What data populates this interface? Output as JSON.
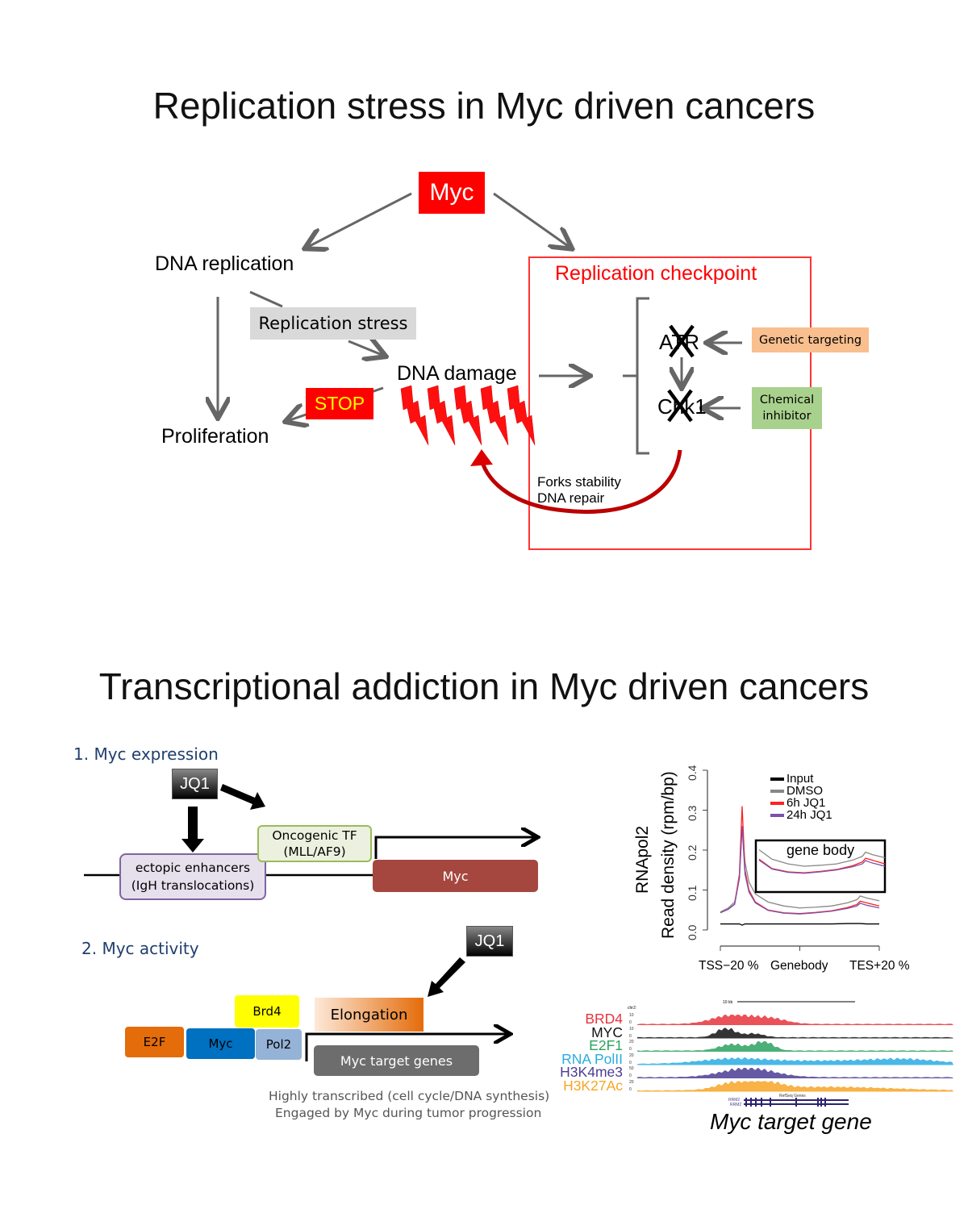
{
  "top": {
    "title": "Replication stress in Myc driven cancers",
    "myc": "Myc",
    "dna_replication": "DNA replication",
    "replication_stress": "Replication stress",
    "dna_damage": "DNA damage",
    "stop": "STOP",
    "proliferation": "Proliferation",
    "checkpoint_title": "Replication checkpoint",
    "atr": "ATR",
    "chk1": "Chk1",
    "genetic_targeting": "Genetic targeting",
    "chemical_inhibitor_1": "Chemical",
    "chemical_inhibitor_2": "inhibitor",
    "forks_stability": "Forks stability",
    "dna_repair": "DNA repair",
    "colors": {
      "red": "#ff0000",
      "orange_box": "#f9bf8f",
      "green_box": "#a9d18e",
      "gray_box": "#d9d9d9"
    }
  },
  "bottom": {
    "title": "Transcriptional addiction in Myc driven cancers",
    "section1": "1. Myc expression",
    "section2": "2. Myc activity",
    "jq1": "JQ1",
    "oncogenic_tf_1": "Oncogenic TF",
    "oncogenic_tf_2": "(MLL/AF9)",
    "ectopic_1": "ectopic enhancers",
    "ectopic_2": "(IgH translocations)",
    "myc_gene": "Myc",
    "brd4": "Brd4",
    "e2f": "E2F",
    "myc": "Myc",
    "pol2": "Pol2",
    "elongation": "Elongation",
    "target_genes": "Myc target genes",
    "caption_1": "Highly transcribed (cell cycle/DNA synthesis)",
    "caption_2": "Engaged by Myc during tumor progression"
  },
  "chart_data": {
    "type": "line",
    "ylabel_1": "RNApol2",
    "ylabel_2": "Read density (rpm/bp)",
    "ylim": [
      0,
      0.4
    ],
    "yticks": [
      "0.0",
      "0.1",
      "0.2",
      "0.3",
      "0.4"
    ],
    "xticks": [
      "TSS−20 %",
      "Genebody",
      "TES+20 %"
    ],
    "inset_label": "gene body",
    "legend_position": "top-right",
    "x": [
      0,
      5,
      9,
      12,
      13.7,
      15.5,
      18,
      22,
      30,
      40,
      50,
      60,
      70,
      80,
      86,
      88,
      92,
      100
    ],
    "series": [
      {
        "name": "Input",
        "color": "#000000",
        "values": [
          0.015,
          0.015,
          0.015,
          0.015,
          0.012,
          0.015,
          0.015,
          0.015,
          0.015,
          0.015,
          0.015,
          0.015,
          0.015,
          0.016,
          0.016,
          0.016,
          0.015,
          0.015
        ]
      },
      {
        "name": "DMSO",
        "color": "#888888",
        "values": [
          0.045,
          0.055,
          0.07,
          0.13,
          0.26,
          0.17,
          0.12,
          0.09,
          0.07,
          0.06,
          0.055,
          0.057,
          0.06,
          0.068,
          0.076,
          0.085,
          0.08,
          0.073
        ]
      },
      {
        "name": "6h JQ1",
        "color": "#ff2020",
        "values": [
          0.043,
          0.052,
          0.065,
          0.14,
          0.31,
          0.15,
          0.1,
          0.07,
          0.05,
          0.043,
          0.041,
          0.044,
          0.048,
          0.056,
          0.064,
          0.072,
          0.068,
          0.06
        ]
      },
      {
        "name": "24h JQ1",
        "color": "#7b52ab",
        "values": [
          0.043,
          0.052,
          0.064,
          0.13,
          0.26,
          0.14,
          0.095,
          0.068,
          0.049,
          0.042,
          0.04,
          0.043,
          0.047,
          0.054,
          0.06,
          0.067,
          0.062,
          0.055
        ]
      }
    ]
  },
  "tracks": {
    "scale_label": "10 kb",
    "chrom": "chr2:",
    "caption": "Myc target gene",
    "gene_track": "RefSeq Genes",
    "genes": [
      "RRM2",
      "RRM2"
    ],
    "items": [
      {
        "label": "BRD4",
        "color": "#e8333c",
        "scale": "10",
        "zero": "0"
      },
      {
        "label": "MYC",
        "color": "#111111",
        "scale": "10",
        "zero": "0"
      },
      {
        "label": "E2F1",
        "color": "#2ca25f",
        "scale": "20",
        "zero": "0"
      },
      {
        "label": "RNA PolII",
        "color": "#29abe2",
        "scale": "20",
        "zero": "0"
      },
      {
        "label": "H3K4me3",
        "color": "#4b3c93",
        "scale": "50",
        "zero": "0"
      },
      {
        "label": "H3K27Ac",
        "color": "#f7a525",
        "scale": "20",
        "zero": "0"
      }
    ]
  }
}
